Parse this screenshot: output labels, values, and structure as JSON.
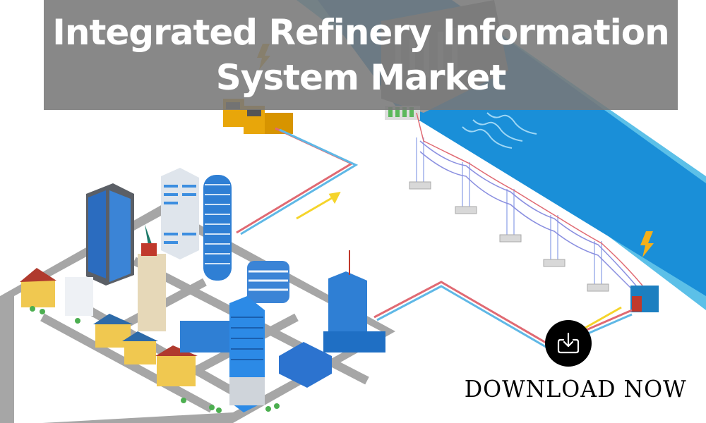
{
  "banner": {
    "title_line1": "Integrated Refinery Information",
    "title_line2": "System Market"
  },
  "cta": {
    "icon": "download-icon",
    "label": "DOWNLOAD NOW"
  },
  "illustration": {
    "description": "Isometric city connected by power lines to a hydroelectric dam on a river with transmission towers and substation",
    "colors": {
      "river": "#1a8fd8",
      "river_edge": "#5cc0e8",
      "road": "#a6a6a6",
      "cable_red": "#e06a73",
      "cable_blue": "#5fb8e6",
      "arrow_yellow": "#f5d42a",
      "banner_bg": "#787878"
    }
  }
}
